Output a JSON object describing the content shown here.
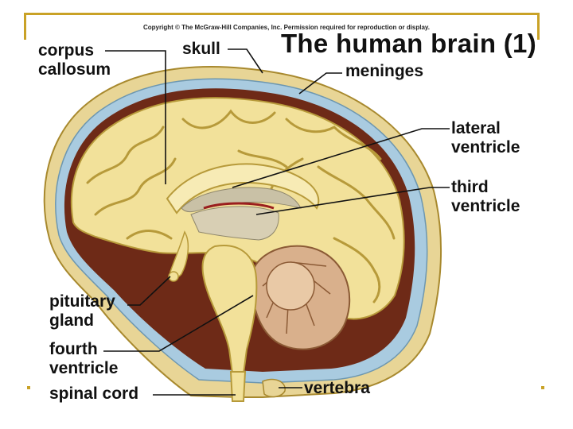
{
  "copyright": "Copyright © The McGraw-Hill Companies, Inc. Permission required for reproduction or display.",
  "title": "The human brain (1)",
  "labels": {
    "corpus_callosum": [
      "corpus",
      "callosum"
    ],
    "skull": "skull",
    "meninges": "meninges",
    "lateral_ventricle": [
      "lateral",
      "ventricle"
    ],
    "third_ventricle": [
      "third",
      "ventricle"
    ],
    "pituitary_gland": [
      "pituitary",
      "gland"
    ],
    "fourth_ventricle": [
      "fourth",
      "ventricle"
    ],
    "spinal_cord": "spinal cord",
    "vertebra": "vertebra"
  },
  "colors": {
    "frame": "#c9a227",
    "bone": "#e8d596",
    "meninges": "#a9cbe0",
    "brain": "#f2e19a",
    "brain_shadow": "#b79a3a",
    "cerebellum": "#d9b08c",
    "cavity": "#6e2a17"
  }
}
